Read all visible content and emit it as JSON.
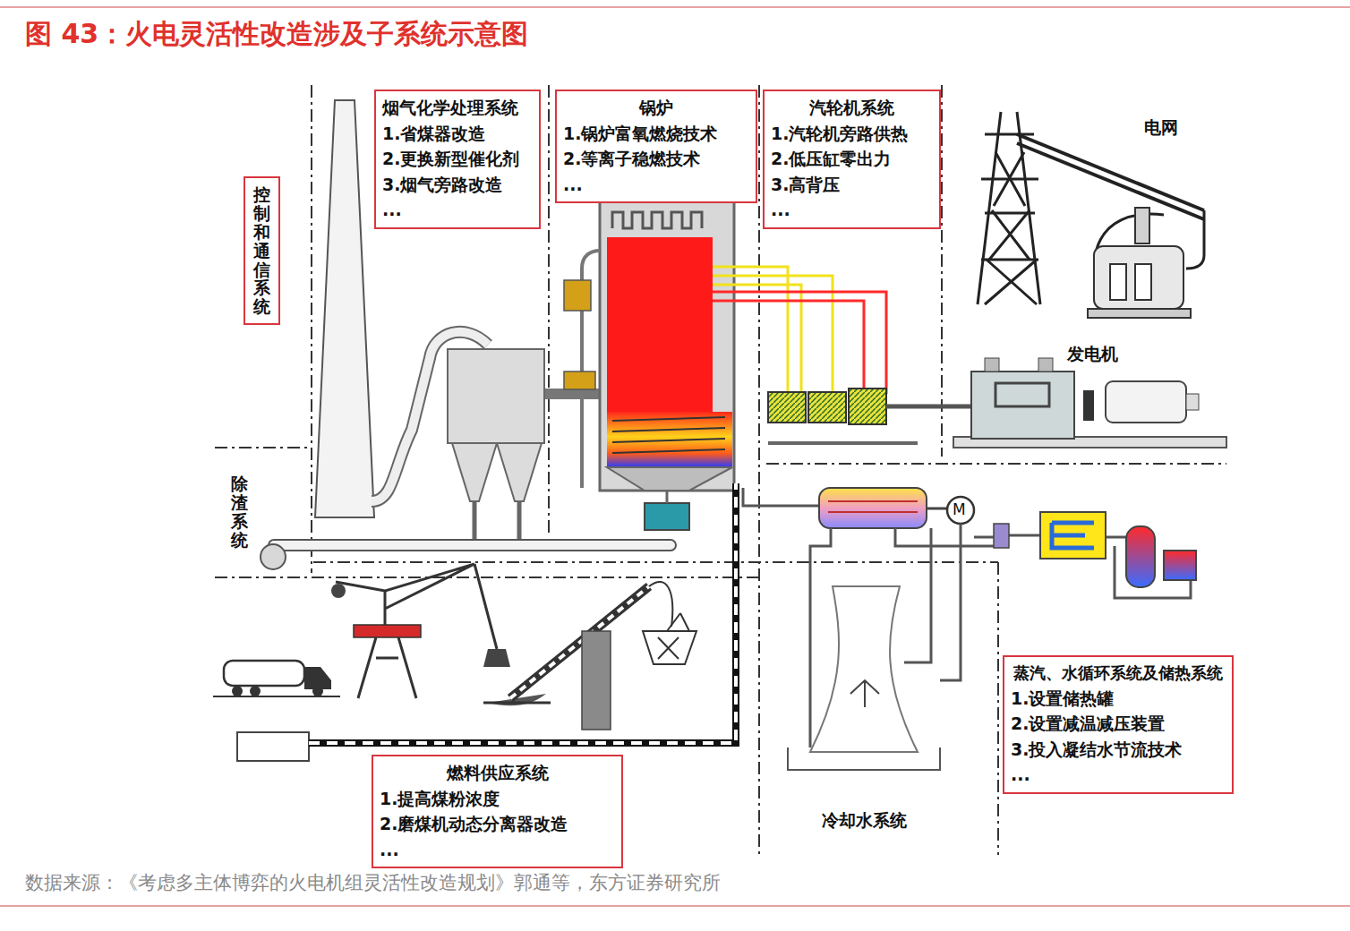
{
  "diagram": {
    "title": "图 43：火电灵活性改造涉及子系统示意图",
    "caption": "数据来源：《考虑多主体博弈的火电机组灵活性改造规划》郭通等，东方证券研究所",
    "nodes": [
      {
        "text": [
          "控制和通信系统"
        ]
      },
      {
        "text": [
          "烟气化学处理系统",
          "1.省煤器改造",
          "2.更换新型催化剂",
          "3.烟气旁路改造",
          "..."
        ]
      },
      {
        "text": [
          "锅炉",
          "1.锅炉富氧燃烧技术",
          "2.等离子稳燃技术",
          "..."
        ]
      },
      {
        "text": [
          "汽轮机系统",
          "1.汽轮机旁路供热",
          "2.低压缸零出力",
          "3.高背压",
          "..."
        ]
      },
      {
        "text": [
          "燃料供应系统",
          "1.提高煤粉浓度",
          "2.磨煤机动态分离器改造",
          "..."
        ]
      },
      {
        "text": [
          "蒸汽、水循环系统及储热系统",
          "1.设置储热罐",
          "2.设置减温减压装置",
          "3.投入凝结水节流技术",
          "..."
        ]
      }
    ],
    "labels": [
      "电网",
      "发电机",
      "除渣系统",
      "M",
      "冷却水系统"
    ]
  }
}
